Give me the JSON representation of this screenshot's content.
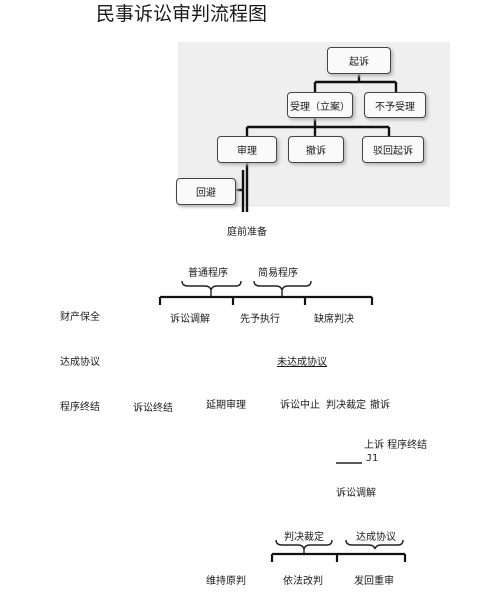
{
  "title": "民事诉讼审判流程图",
  "top_flow": {
    "start": "起诉",
    "accept": "受理（立案）",
    "reject": "不予受理",
    "trial": "审理",
    "withdraw": "撤诉",
    "dismiss": "驳回起诉",
    "recusal": "回避"
  },
  "pretrial": "庭前准备",
  "procedures": {
    "ordinary": "普通程序",
    "simple": "简易程序"
  },
  "row1": {
    "property": "财产保全",
    "mediation": "诉讼调解",
    "advance": "先予执行",
    "default": "缺席判决"
  },
  "row2": {
    "agreement": "达成协议",
    "no_agreement": "未达成协议"
  },
  "row3": {
    "end": "程序终结",
    "terminate": "诉讼终结",
    "postpone": "延期审理",
    "suspend": "诉讼中止",
    "ruling": "判决裁定",
    "withdraw": "撤诉"
  },
  "appeal": {
    "text": "上诉  程序终结",
    "code": "J1"
  },
  "appeal_mediation": "诉讼调解",
  "bottom": {
    "judgment": "判决裁定",
    "agreement": "达成协议",
    "uphold": "维持原判",
    "amend": "依法改判",
    "remand": "发回重审"
  }
}
